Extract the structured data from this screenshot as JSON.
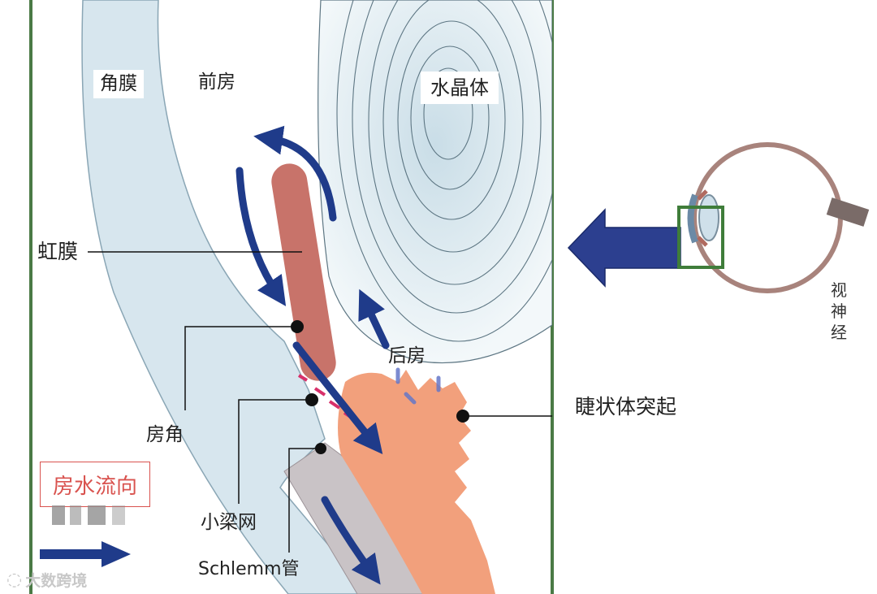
{
  "labels": {
    "cornea": "角膜",
    "anterior_chamber": "前房",
    "lens": "水晶体",
    "iris": "虹膜",
    "posterior_chamber": "后房",
    "chamber_angle": "房角",
    "ciliary_process": "睫状体突起",
    "trabecular_meshwork": "小梁网",
    "schlemm_canal": "Schlemm管",
    "optic_nerve": "视神经"
  },
  "legend": {
    "title": "房水流向"
  },
  "watermark": {
    "text": "大数跨境"
  },
  "colors": {
    "frame": "#4a7a45",
    "cornea": "#d7e6ee",
    "lens": "#e9f2f6",
    "iris": "#c8736a",
    "ciliary": "#f2a07c",
    "sclera": "#c9c3c6",
    "arrow": "#1f3b8a",
    "legend_border": "#d9534f"
  }
}
